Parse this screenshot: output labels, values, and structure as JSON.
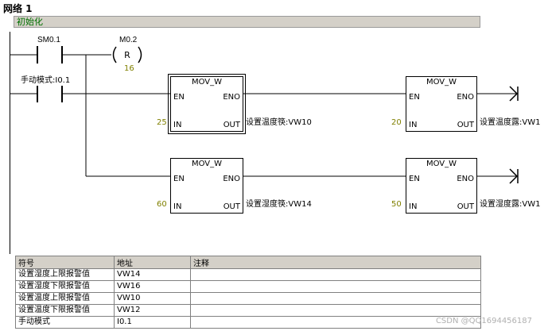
{
  "network": {
    "title": "网络 1",
    "comment": "初始化"
  },
  "contacts": {
    "sm01": {
      "label": "SM0.1"
    },
    "manual": {
      "label": "手动模式:I0.1"
    }
  },
  "coil": {
    "address": "M0.2",
    "type": "R",
    "count": "16"
  },
  "blocks": [
    {
      "name": "MOV_W",
      "en": "EN",
      "eno": "ENO",
      "in_pin": "IN",
      "out_pin": "OUT",
      "in_value": "25",
      "out_value": "设置温度筷:VW10"
    },
    {
      "name": "MOV_W",
      "en": "EN",
      "eno": "ENO",
      "in_pin": "IN",
      "out_pin": "OUT",
      "in_value": "20",
      "out_value": "设置温度露:VW1"
    },
    {
      "name": "MOV_W",
      "en": "EN",
      "eno": "ENO",
      "in_pin": "IN",
      "out_pin": "OUT",
      "in_value": "60",
      "out_value": "设置湿度筷:VW14"
    },
    {
      "name": "MOV_W",
      "en": "EN",
      "eno": "ENO",
      "in_pin": "IN",
      "out_pin": "OUT",
      "in_value": "50",
      "out_value": "设置湿度露:VW1"
    }
  ],
  "symbol_table": {
    "headers": [
      "符号",
      "地址",
      "注释"
    ],
    "rows": [
      [
        "设置湿度上限报警值",
        "VW14",
        ""
      ],
      [
        "设置湿度下限报警值",
        "VW16",
        ""
      ],
      [
        "设置温度上限报警值",
        "VW10",
        ""
      ],
      [
        "设置温度下限报警值",
        "VW12",
        ""
      ],
      [
        "手动模式",
        "I0.1",
        ""
      ]
    ]
  },
  "watermark": "CSDN @QQ1694456187"
}
